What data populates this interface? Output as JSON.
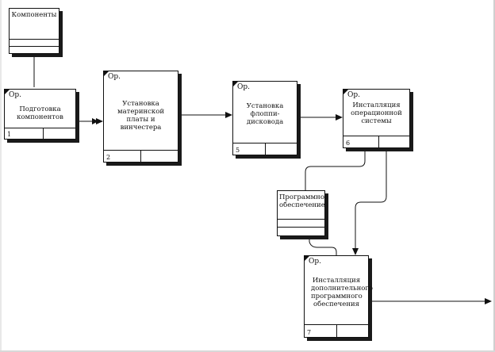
{
  "diagram": {
    "references": [
      {
        "id": "components",
        "text": "Компоненты"
      },
      {
        "id": "software",
        "text": "Программное обеспечение"
      }
    ],
    "activities": [
      {
        "id": "a1",
        "op": "Ор.",
        "label": "Подготовка компонентов",
        "number": "1"
      },
      {
        "id": "a2",
        "op": "Ор.",
        "label": "Установка материнской платы и винчестера",
        "number": "2"
      },
      {
        "id": "a5",
        "op": "Ор.",
        "label": "Установка флоппи-дисковода",
        "number": "5"
      },
      {
        "id": "a6",
        "op": "Ор.",
        "label": "Инсталляция операционной системы",
        "number": "6"
      },
      {
        "id": "a7",
        "op": "Ор.",
        "label": "Инсталляция дополнительного программного обеспечения",
        "number": "7"
      }
    ],
    "colors": {
      "line": "#111111",
      "shadow": "#1a1a1a",
      "background": "#ffffff"
    }
  }
}
